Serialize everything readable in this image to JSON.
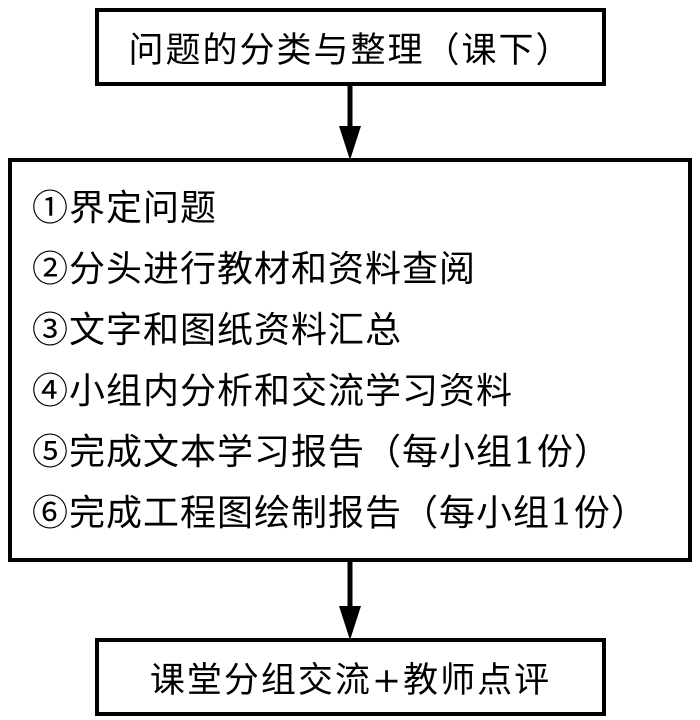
{
  "diagram": {
    "top_box": {
      "label": "问题的分类与整理（课下）"
    },
    "middle_box": {
      "items": [
        "①界定问题",
        "②分头进行教材和资料查阅",
        "③文字和图纸资料汇总",
        "④小组内分析和交流学习资料",
        "⑤完成文本学习报告（每小组1份）",
        "⑥完成工程图绘制报告（每小组1份）"
      ]
    },
    "bottom_box": {
      "label": "课堂分组交流+教师点评"
    },
    "colors": {
      "line": "#000000",
      "background": "#ffffff"
    }
  }
}
